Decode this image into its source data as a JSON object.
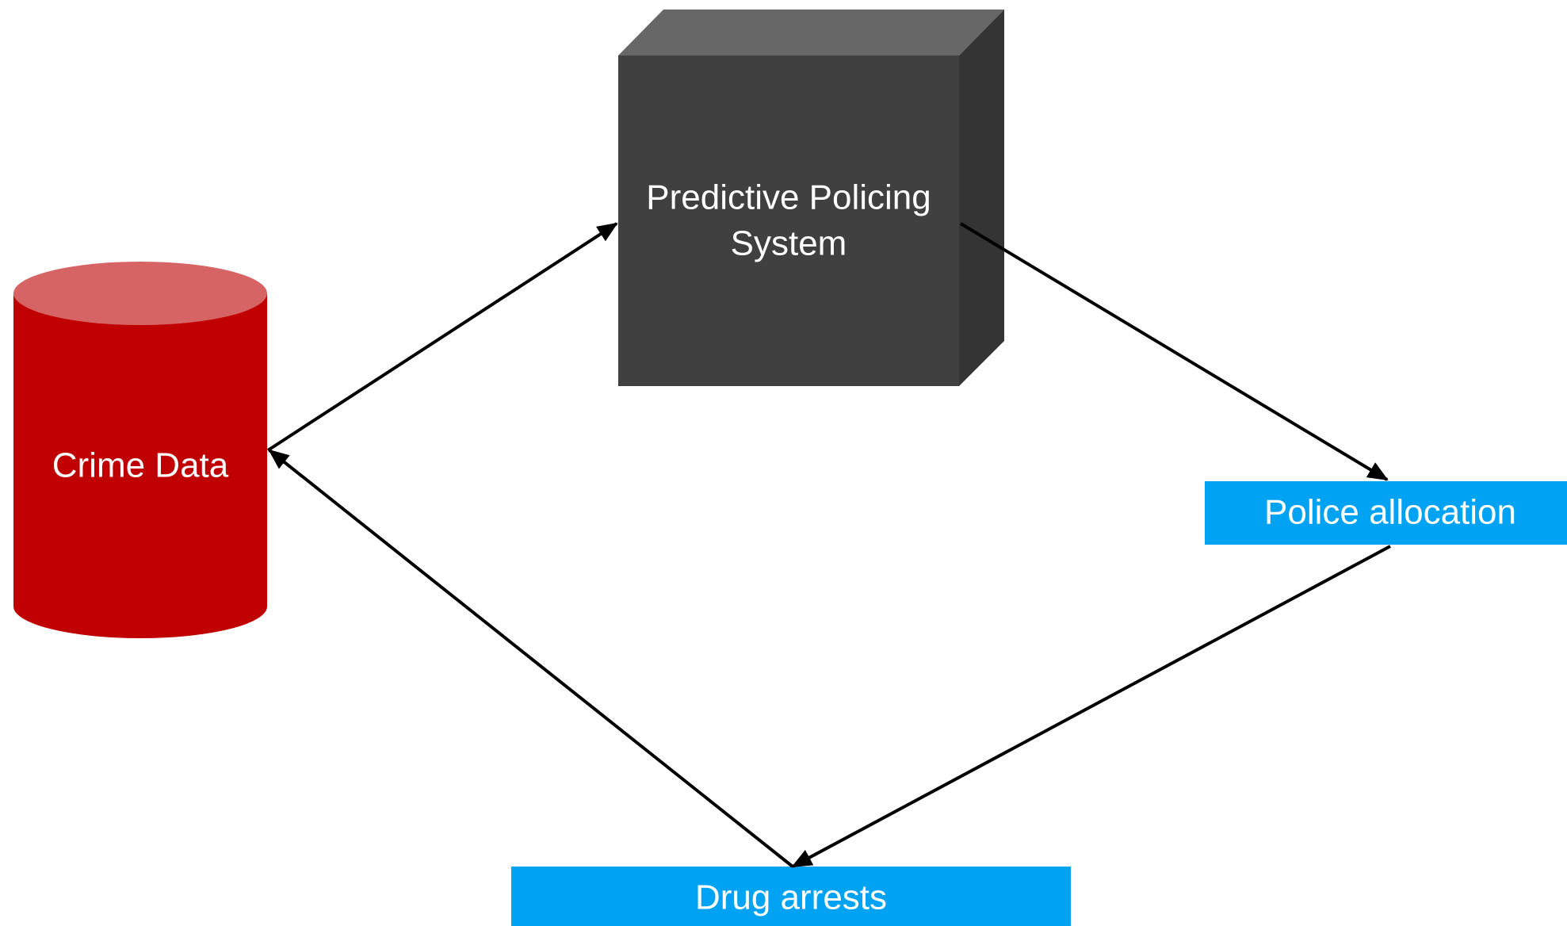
{
  "nodes": {
    "crime_data": {
      "label": "Crime Data"
    },
    "predictive_system": {
      "label_line1": "Predictive Policing",
      "label_line2": "System"
    },
    "police_allocation": {
      "label": "Police allocation"
    },
    "drug_arrests": {
      "label": "Drug arrests"
    }
  },
  "edges": [
    {
      "from": "Crime Data",
      "to": "Predictive Policing System"
    },
    {
      "from": "Predictive Policing System",
      "to": "Police allocation"
    },
    {
      "from": "Police allocation",
      "to": "Drug arrests"
    },
    {
      "from": "Drug arrests",
      "to": "Crime Data"
    }
  ],
  "colors": {
    "cylinder_body": "#c00000",
    "cylinder_top": "#d76464",
    "cube_front": "#404040",
    "cube_top": "#676767",
    "cube_side": "#343434",
    "label_box": "#00a2f3",
    "arrow": "#000000"
  }
}
